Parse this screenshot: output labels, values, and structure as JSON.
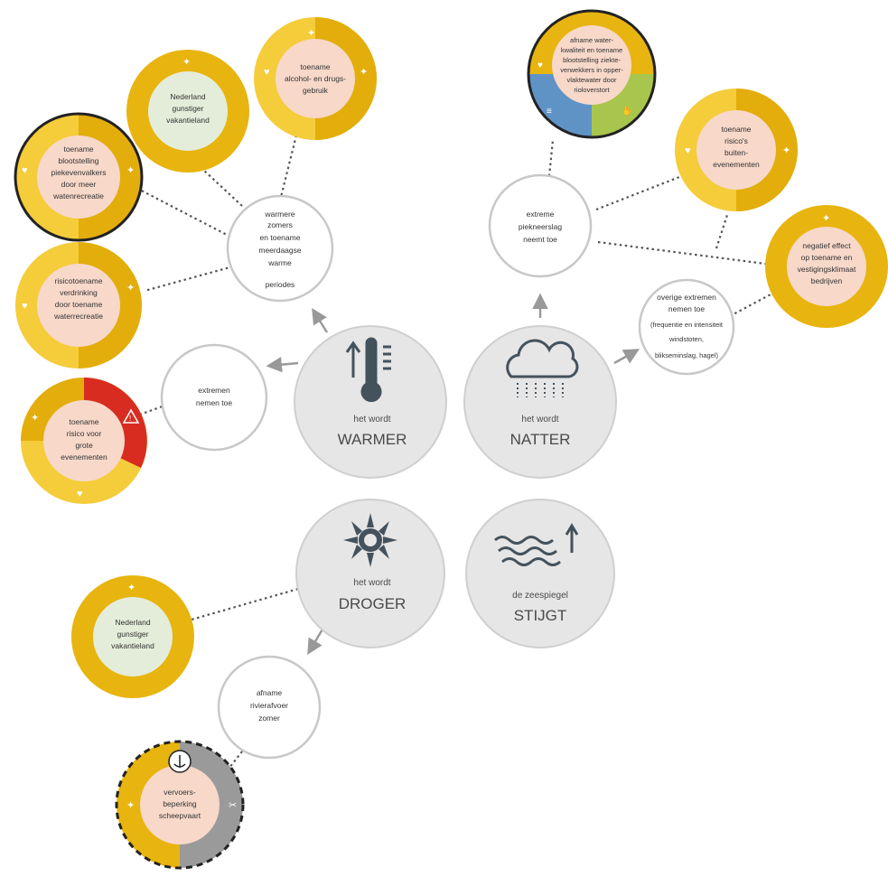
{
  "hubs": {
    "warmer": {
      "pre": "het wordt",
      "main": "WARMER"
    },
    "natter": {
      "pre": "het wordt",
      "main": "NATTER"
    },
    "droger": {
      "pre": "het wordt",
      "main": "DROGER"
    },
    "stijgt": {
      "pre": "de zeespiegel",
      "main": "STIJGT"
    }
  },
  "nodes": {
    "warme_zomers": [
      "warmere",
      "zomers",
      "en toename",
      "meerdaagse",
      "warme",
      "periodes"
    ],
    "extremen_warm": [
      "extremen",
      "nemen toe"
    ],
    "piekneerslag": [
      "extreme",
      "piekneerslag",
      "neemt toe"
    ],
    "overige_extremen": [
      "overige extremen",
      "nemen toe"
    ],
    "overige_extremen_sub": [
      "(frequentie en intensiteit",
      "windstoten,",
      "blikseminslag, hagel)"
    ],
    "rivierafvoer": [
      "afname",
      "rivierafvoer",
      "zomer"
    ]
  },
  "impacts": {
    "alcohol": [
      "toename",
      "alcohol- en drugs-",
      "gebruik"
    ],
    "nederland_warm": [
      "Nederland",
      "gunstiger",
      "vakantieland"
    ],
    "blootstelling": [
      "toename",
      "blootstelling",
      "piekevenvalkers",
      "door meer",
      "watenrecreatie"
    ],
    "verdrinking": [
      "risicotoename",
      "verdrinking",
      "door toename",
      "waterrecreatie"
    ],
    "grote_evenementen": [
      "toename",
      "risico voor",
      "grote",
      "evenementen"
    ],
    "waterkwaliteit": [
      "afname water-",
      "kwaliteit en toename",
      "blootstelling ziekte-",
      "verwekkers in opper-",
      "vlaktewater door",
      "rioloverstort"
    ],
    "buitenevenementen": [
      "toename",
      "risico's",
      "buiten-",
      "evenementen"
    ],
    "vestigingsklimaat": [
      "negatief effect",
      "op toename en",
      "vestigingsklimaat",
      "bedrijven"
    ],
    "nederland_droog": [
      "Nederland",
      "gunstiger",
      "vakantieland"
    ],
    "scheepvaart": [
      "vervoers-",
      "beperking",
      "scheepvaart"
    ]
  },
  "colors": {
    "gold": "#e8b40f",
    "gold_light": "#f5cc3a",
    "gold_dark": "#d69e0a",
    "pink_inner": "#f7d8c9",
    "green_inner": "#e4edda",
    "hub_fill": "#e6e6e6",
    "hub_icon": "#44525c",
    "alert_red": "#d82c20",
    "blue_quadrant": "#5f93c6",
    "green_quadrant": "#a8c64e",
    "grey_quadrant": "#9a9a9a"
  },
  "icons": [
    "thermometer-icon",
    "rain-cloud-icon",
    "sun-icon",
    "rising-waves-icon",
    "heart-icon",
    "running-figure-icon",
    "warning-triangle-icon",
    "anchor-icon",
    "water-lines-icon",
    "hand-icon",
    "scissors-icon"
  ]
}
